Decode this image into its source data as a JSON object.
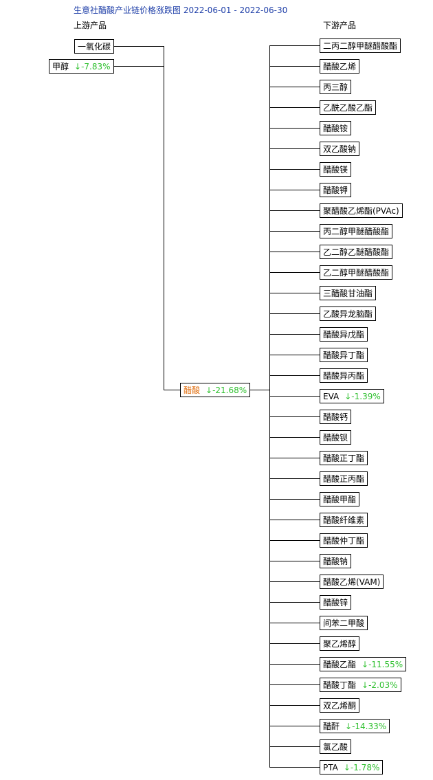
{
  "title": "生意社醋酸产业链价格涨跌图 2022-06-01 - 2022-06-30",
  "headers": {
    "upstream": "上游产品",
    "downstream": "下游产品"
  },
  "colors": {
    "title": "#1f3fa8",
    "down": "#2fc02f",
    "focus": "#e06c0b"
  },
  "upstream": [
    {
      "name": "一氧化碳",
      "change": ""
    },
    {
      "name": "甲醇",
      "change": "↓-7.83%"
    }
  ],
  "center": {
    "name": "醋酸",
    "change": "↓-21.68%"
  },
  "downstream": [
    {
      "name": "二丙二醇甲醚醋酸酯",
      "change": ""
    },
    {
      "name": "醋酸乙烯",
      "change": ""
    },
    {
      "name": "丙三醇",
      "change": ""
    },
    {
      "name": "乙酰乙酸乙酯",
      "change": ""
    },
    {
      "name": "醋酸铵",
      "change": ""
    },
    {
      "name": "双乙酸钠",
      "change": ""
    },
    {
      "name": "醋酸镁",
      "change": ""
    },
    {
      "name": "醋酸钾",
      "change": ""
    },
    {
      "name": "聚醋酸乙烯酯(PVAc)",
      "change": ""
    },
    {
      "name": "丙二醇甲醚醋酸酯",
      "change": ""
    },
    {
      "name": "乙二醇乙醚醋酸酯",
      "change": ""
    },
    {
      "name": "乙二醇甲醚醋酸酯",
      "change": ""
    },
    {
      "name": "三醋酸甘油酯",
      "change": ""
    },
    {
      "name": "乙酸异龙脑酯",
      "change": ""
    },
    {
      "name": "醋酸异戊酯",
      "change": ""
    },
    {
      "name": "醋酸异丁酯",
      "change": ""
    },
    {
      "name": "醋酸异丙酯",
      "change": ""
    },
    {
      "name": "EVA",
      "change": "↓-1.39%"
    },
    {
      "name": "醋酸钙",
      "change": ""
    },
    {
      "name": "醋酸钡",
      "change": ""
    },
    {
      "name": "醋酸正丁酯",
      "change": ""
    },
    {
      "name": "醋酸正丙酯",
      "change": ""
    },
    {
      "name": "醋酸甲酯",
      "change": ""
    },
    {
      "name": "醋酸纤维素",
      "change": ""
    },
    {
      "name": "醋酸仲丁酯",
      "change": ""
    },
    {
      "name": "醋酸钠",
      "change": ""
    },
    {
      "name": "醋酸乙烯(VAM)",
      "change": ""
    },
    {
      "name": "醋酸锌",
      "change": ""
    },
    {
      "name": "间苯二甲酸",
      "change": ""
    },
    {
      "name": "聚乙烯醇",
      "change": ""
    },
    {
      "name": "醋酸乙酯",
      "change": "↓-11.55%"
    },
    {
      "name": "醋酸丁酯",
      "change": "↓-2.03%"
    },
    {
      "name": "双乙烯酮",
      "change": ""
    },
    {
      "name": "醋酐",
      "change": "↓-14.33%"
    },
    {
      "name": "氯乙酸",
      "change": ""
    },
    {
      "name": "PTA",
      "change": "↓-1.78%"
    }
  ]
}
